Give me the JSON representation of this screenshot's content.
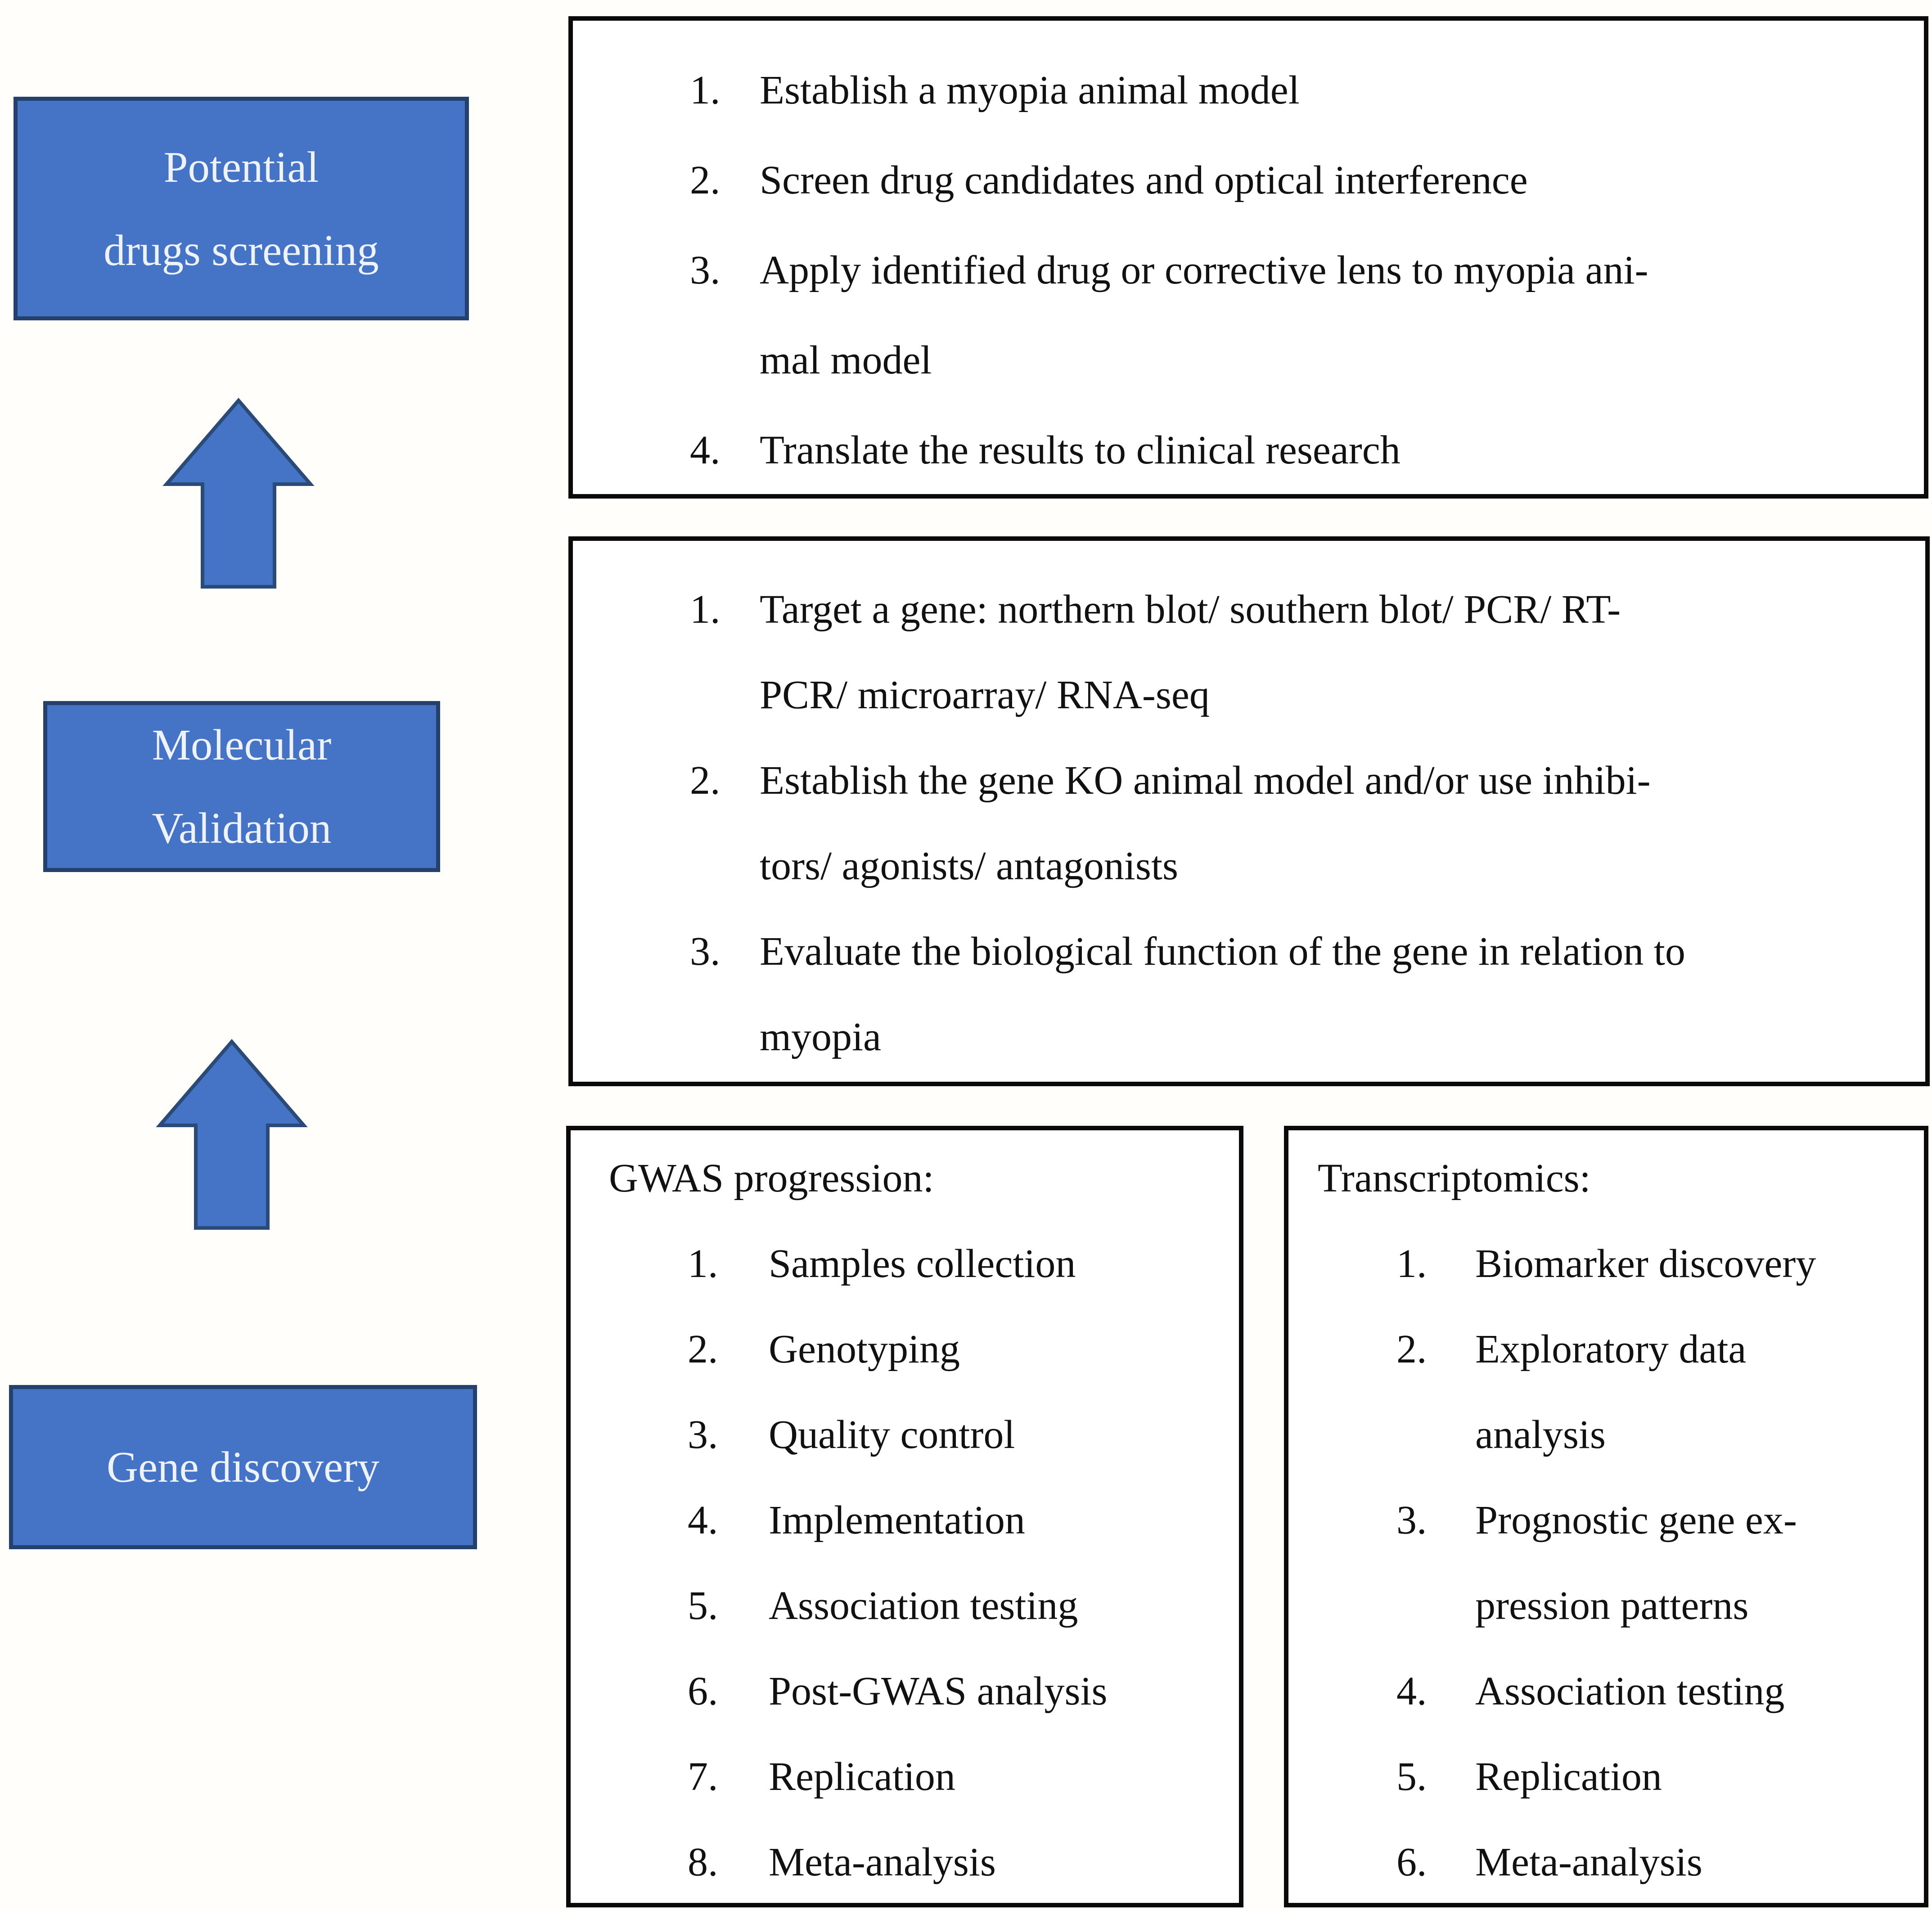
{
  "stages": {
    "potential": {
      "line1": "Potential",
      "line2": "drugs screening"
    },
    "molecular": {
      "line1": "Molecular",
      "line2": "Validation"
    },
    "gene": {
      "line1": "Gene discovery"
    }
  },
  "boxes": {
    "drug_screening_steps": {
      "items": [
        {
          "num": "1.",
          "lines": [
            "Establish a myopia animal model"
          ]
        },
        {
          "num": "2.",
          "lines": [
            "Screen drug candidates and optical interference"
          ]
        },
        {
          "num": "3.",
          "lines": [
            "Apply identified drug or corrective lens to myopia ani-",
            "mal model"
          ]
        },
        {
          "num": "4.",
          "lines": [
            "Translate the results to clinical research"
          ]
        }
      ]
    },
    "molecular_validation_steps": {
      "items": [
        {
          "num": "1.",
          "lines": [
            "Target a gene: northern blot/ southern blot/ PCR/ RT-",
            "PCR/ microarray/ RNA-seq"
          ]
        },
        {
          "num": "2.",
          "lines": [
            "Establish the gene KO animal model and/or use inhibi-",
            "tors/ agonists/ antagonists"
          ]
        },
        {
          "num": "3.",
          "lines": [
            "Evaluate the biological function of the gene in relation to",
            "myopia"
          ]
        }
      ]
    },
    "gwas": {
      "header": "GWAS progression:",
      "items": [
        {
          "num": "1.",
          "lines": [
            "Samples collection"
          ]
        },
        {
          "num": "2.",
          "lines": [
            "Genotyping"
          ]
        },
        {
          "num": "3.",
          "lines": [
            "Quality control"
          ]
        },
        {
          "num": "4.",
          "lines": [
            "Implementation"
          ]
        },
        {
          "num": "5.",
          "lines": [
            "Association testing"
          ]
        },
        {
          "num": "6.",
          "lines": [
            "Post-GWAS analysis"
          ]
        },
        {
          "num": "7.",
          "lines": [
            "Replication"
          ]
        },
        {
          "num": "8.",
          "lines": [
            "Meta-analysis"
          ]
        }
      ]
    },
    "transcriptomics": {
      "header": "Transcriptomics:",
      "items": [
        {
          "num": "1.",
          "lines": [
            "Biomarker discovery"
          ]
        },
        {
          "num": "2.",
          "lines": [
            "Exploratory data",
            "analysis"
          ]
        },
        {
          "num": "3.",
          "lines": [
            "Prognostic gene ex-",
            "pression patterns"
          ]
        },
        {
          "num": "4.",
          "lines": [
            "Association testing"
          ]
        },
        {
          "num": "5.",
          "lines": [
            "Replication"
          ]
        },
        {
          "num": "6.",
          "lines": [
            "Meta-analysis"
          ]
        }
      ]
    }
  },
  "colors": {
    "stage_fill": "#4573c5",
    "stage_border": "#24416e",
    "arrow_fill": "#4573c5",
    "arrow_outline": "#2a4a78",
    "list_border": "#0a0a0a",
    "list_text": "#111111",
    "stage_text": "#eef3fb"
  }
}
